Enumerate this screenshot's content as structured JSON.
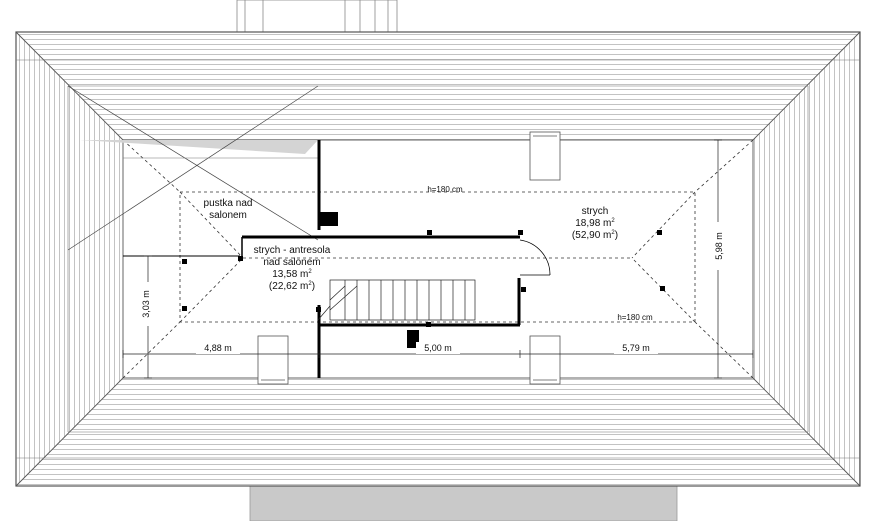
{
  "rooms": {
    "void": {
      "line1": "pustka nad",
      "line2": "salonem"
    },
    "mezzanine": {
      "line1": "strych - antresola",
      "line2": "nad salonem",
      "area": "13,58 m",
      "area_sup": "2",
      "area2": "(22,62 m",
      "area2_sup": "2",
      "area2_end": ")"
    },
    "attic": {
      "name": "strych",
      "area": "18,98 m",
      "area_sup": "2",
      "area2": "(52,90 m",
      "area2_sup": "2",
      "area2_end": ")"
    }
  },
  "heights": {
    "upper": "h=180 cm",
    "lower": "h=180 cm"
  },
  "dimensions": {
    "left": "4,88 m",
    "middle": "5,00 m",
    "right": "5,79 m",
    "left_height": "3,03 m",
    "right_height": "5,98 m"
  },
  "colors": {
    "line": "#222222",
    "roof": "#555555",
    "wall": "#000000",
    "gray_block": "#c9c9c9",
    "void_fill": "#d4d4d4"
  }
}
